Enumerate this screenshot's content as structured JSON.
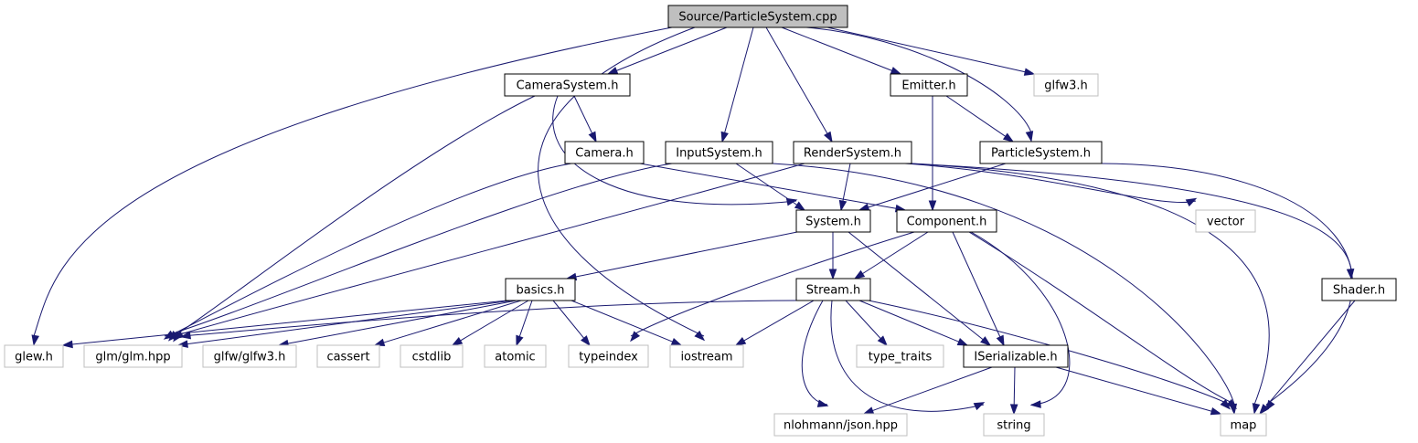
{
  "colors": {
    "edge": "#191970",
    "root_fill": "#bfbfbf",
    "local_fill": "#ffffff",
    "local_border": "#000000",
    "external_border": "#bfbfbf",
    "external_text": "#555555"
  },
  "nodes": [
    {
      "id": "n_root",
      "label": "Source/ParticleSystem.cpp",
      "kind": "root"
    },
    {
      "id": "n_camsys",
      "label": "CameraSystem.h",
      "kind": "local"
    },
    {
      "id": "n_emitter",
      "label": "Emitter.h",
      "kind": "local"
    },
    {
      "id": "n_glfw3",
      "label": "glfw3.h",
      "kind": "external"
    },
    {
      "id": "n_camera",
      "label": "Camera.h",
      "kind": "local"
    },
    {
      "id": "n_inputsys",
      "label": "InputSystem.h",
      "kind": "local"
    },
    {
      "id": "n_rendersys",
      "label": "RenderSystem.h",
      "kind": "local"
    },
    {
      "id": "n_partsys",
      "label": "ParticleSystem.h",
      "kind": "local"
    },
    {
      "id": "n_system",
      "label": "System.h",
      "kind": "local"
    },
    {
      "id": "n_component",
      "label": "Component.h",
      "kind": "local"
    },
    {
      "id": "n_vector",
      "label": "vector",
      "kind": "external"
    },
    {
      "id": "n_basics",
      "label": "basics.h",
      "kind": "local"
    },
    {
      "id": "n_stream",
      "label": "Stream.h",
      "kind": "local"
    },
    {
      "id": "n_shader",
      "label": "Shader.h",
      "kind": "local"
    },
    {
      "id": "n_glew",
      "label": "glew.h",
      "kind": "external"
    },
    {
      "id": "n_glm",
      "label": "glm/glm.hpp",
      "kind": "external"
    },
    {
      "id": "n_glfwglfw3",
      "label": "glfw/glfw3.h",
      "kind": "external"
    },
    {
      "id": "n_cassert",
      "label": "cassert",
      "kind": "external"
    },
    {
      "id": "n_cstdlib",
      "label": "cstdlib",
      "kind": "external"
    },
    {
      "id": "n_atomic",
      "label": "atomic",
      "kind": "external"
    },
    {
      "id": "n_typeindex",
      "label": "typeindex",
      "kind": "external"
    },
    {
      "id": "n_iostream",
      "label": "iostream",
      "kind": "external"
    },
    {
      "id": "n_typetraits",
      "label": "type_traits",
      "kind": "external"
    },
    {
      "id": "n_iserial",
      "label": "ISerializable.h",
      "kind": "local"
    },
    {
      "id": "n_json",
      "label": "nlohmann/json.hpp",
      "kind": "external"
    },
    {
      "id": "n_string",
      "label": "string",
      "kind": "external"
    },
    {
      "id": "n_map",
      "label": "map",
      "kind": "external"
    }
  ],
  "edges": [
    {
      "from": "n_root",
      "to": "n_camsys"
    },
    {
      "from": "n_root",
      "to": "n_emitter"
    },
    {
      "from": "n_root",
      "to": "n_glfw3"
    },
    {
      "from": "n_root",
      "to": "n_inputsys"
    },
    {
      "from": "n_root",
      "to": "n_rendersys"
    },
    {
      "from": "n_root",
      "to": "n_partsys"
    },
    {
      "from": "n_root",
      "to": "n_glew"
    },
    {
      "from": "n_root",
      "to": "n_iostream"
    },
    {
      "from": "n_camsys",
      "to": "n_camera"
    },
    {
      "from": "n_camsys",
      "to": "n_system"
    },
    {
      "from": "n_camsys",
      "to": "n_glm"
    },
    {
      "from": "n_emitter",
      "to": "n_partsys"
    },
    {
      "from": "n_emitter",
      "to": "n_component"
    },
    {
      "from": "n_camera",
      "to": "n_component"
    },
    {
      "from": "n_camera",
      "to": "n_glm"
    },
    {
      "from": "n_inputsys",
      "to": "n_system"
    },
    {
      "from": "n_inputsys",
      "to": "n_glm"
    },
    {
      "from": "n_inputsys",
      "to": "n_map"
    },
    {
      "from": "n_rendersys",
      "to": "n_system"
    },
    {
      "from": "n_rendersys",
      "to": "n_glm"
    },
    {
      "from": "n_rendersys",
      "to": "n_vector"
    },
    {
      "from": "n_rendersys",
      "to": "n_shader"
    },
    {
      "from": "n_rendersys",
      "to": "n_map"
    },
    {
      "from": "n_partsys",
      "to": "n_system"
    },
    {
      "from": "n_partsys",
      "to": "n_map"
    },
    {
      "from": "n_system",
      "to": "n_basics"
    },
    {
      "from": "n_system",
      "to": "n_stream"
    },
    {
      "from": "n_system",
      "to": "n_iserial"
    },
    {
      "from": "n_component",
      "to": "n_stream"
    },
    {
      "from": "n_component",
      "to": "n_iserial"
    },
    {
      "from": "n_component",
      "to": "n_typeindex"
    },
    {
      "from": "n_component",
      "to": "n_string"
    },
    {
      "from": "n_component",
      "to": "n_map"
    },
    {
      "from": "n_basics",
      "to": "n_glew"
    },
    {
      "from": "n_basics",
      "to": "n_glm"
    },
    {
      "from": "n_basics",
      "to": "n_glfwglfw3"
    },
    {
      "from": "n_basics",
      "to": "n_cassert"
    },
    {
      "from": "n_basics",
      "to": "n_cstdlib"
    },
    {
      "from": "n_basics",
      "to": "n_atomic"
    },
    {
      "from": "n_basics",
      "to": "n_typeindex"
    },
    {
      "from": "n_basics",
      "to": "n_iostream"
    },
    {
      "from": "n_stream",
      "to": "n_glm"
    },
    {
      "from": "n_stream",
      "to": "n_iostream"
    },
    {
      "from": "n_stream",
      "to": "n_typetraits"
    },
    {
      "from": "n_stream",
      "to": "n_iserial"
    },
    {
      "from": "n_stream",
      "to": "n_json"
    },
    {
      "from": "n_stream",
      "to": "n_string"
    },
    {
      "from": "n_stream",
      "to": "n_map"
    },
    {
      "from": "n_iserial",
      "to": "n_json"
    },
    {
      "from": "n_iserial",
      "to": "n_string"
    },
    {
      "from": "n_iserial",
      "to": "n_map"
    },
    {
      "from": "n_shader",
      "to": "n_map"
    }
  ]
}
